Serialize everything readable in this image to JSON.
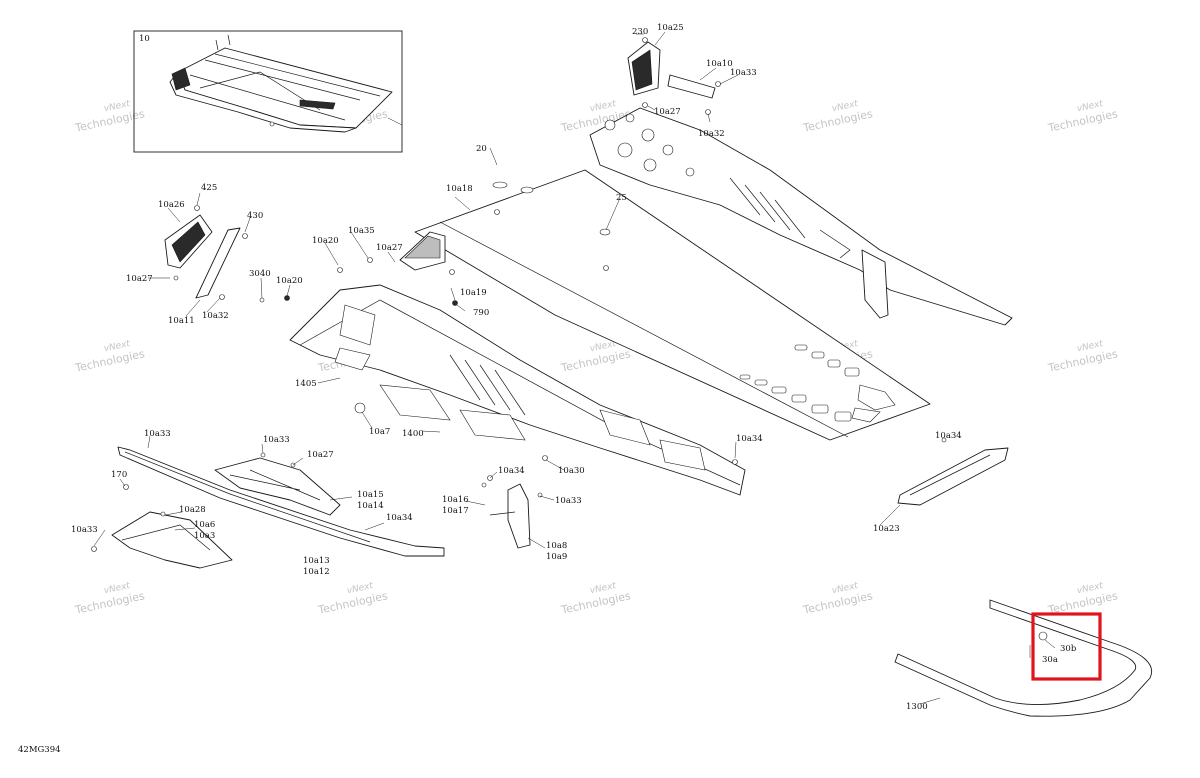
{
  "drawing_code": "42MG394",
  "watermark": {
    "line1": "vNext",
    "line2": "Technologies"
  },
  "inset": {
    "label": "10"
  },
  "callouts": [
    "230",
    "10a25",
    "10a10",
    "10a33",
    "10a27",
    "10a32",
    "20",
    "10a18",
    "25",
    "425",
    "10a26",
    "430",
    "10a27",
    "3040",
    "10a11",
    "10a32",
    "10a20",
    "10a35",
    "10a27",
    "10a20",
    "10a19",
    "790",
    "1405",
    "10a7",
    "1400",
    "10a33",
    "170",
    "10a28",
    "10a6",
    "10a3",
    "10a33",
    "10a33",
    "10a27",
    "10a15",
    "10a14",
    "10a34",
    "10a13",
    "10a12",
    "10a34",
    "10a30",
    "10a34",
    "10a16",
    "10a17",
    "10a33",
    "10a8",
    "10a9",
    "10a34",
    "10a23",
    "30b",
    "30a",
    "1300"
  ],
  "highlight": {
    "color": "#e0141e",
    "target": "30a / 30b"
  }
}
